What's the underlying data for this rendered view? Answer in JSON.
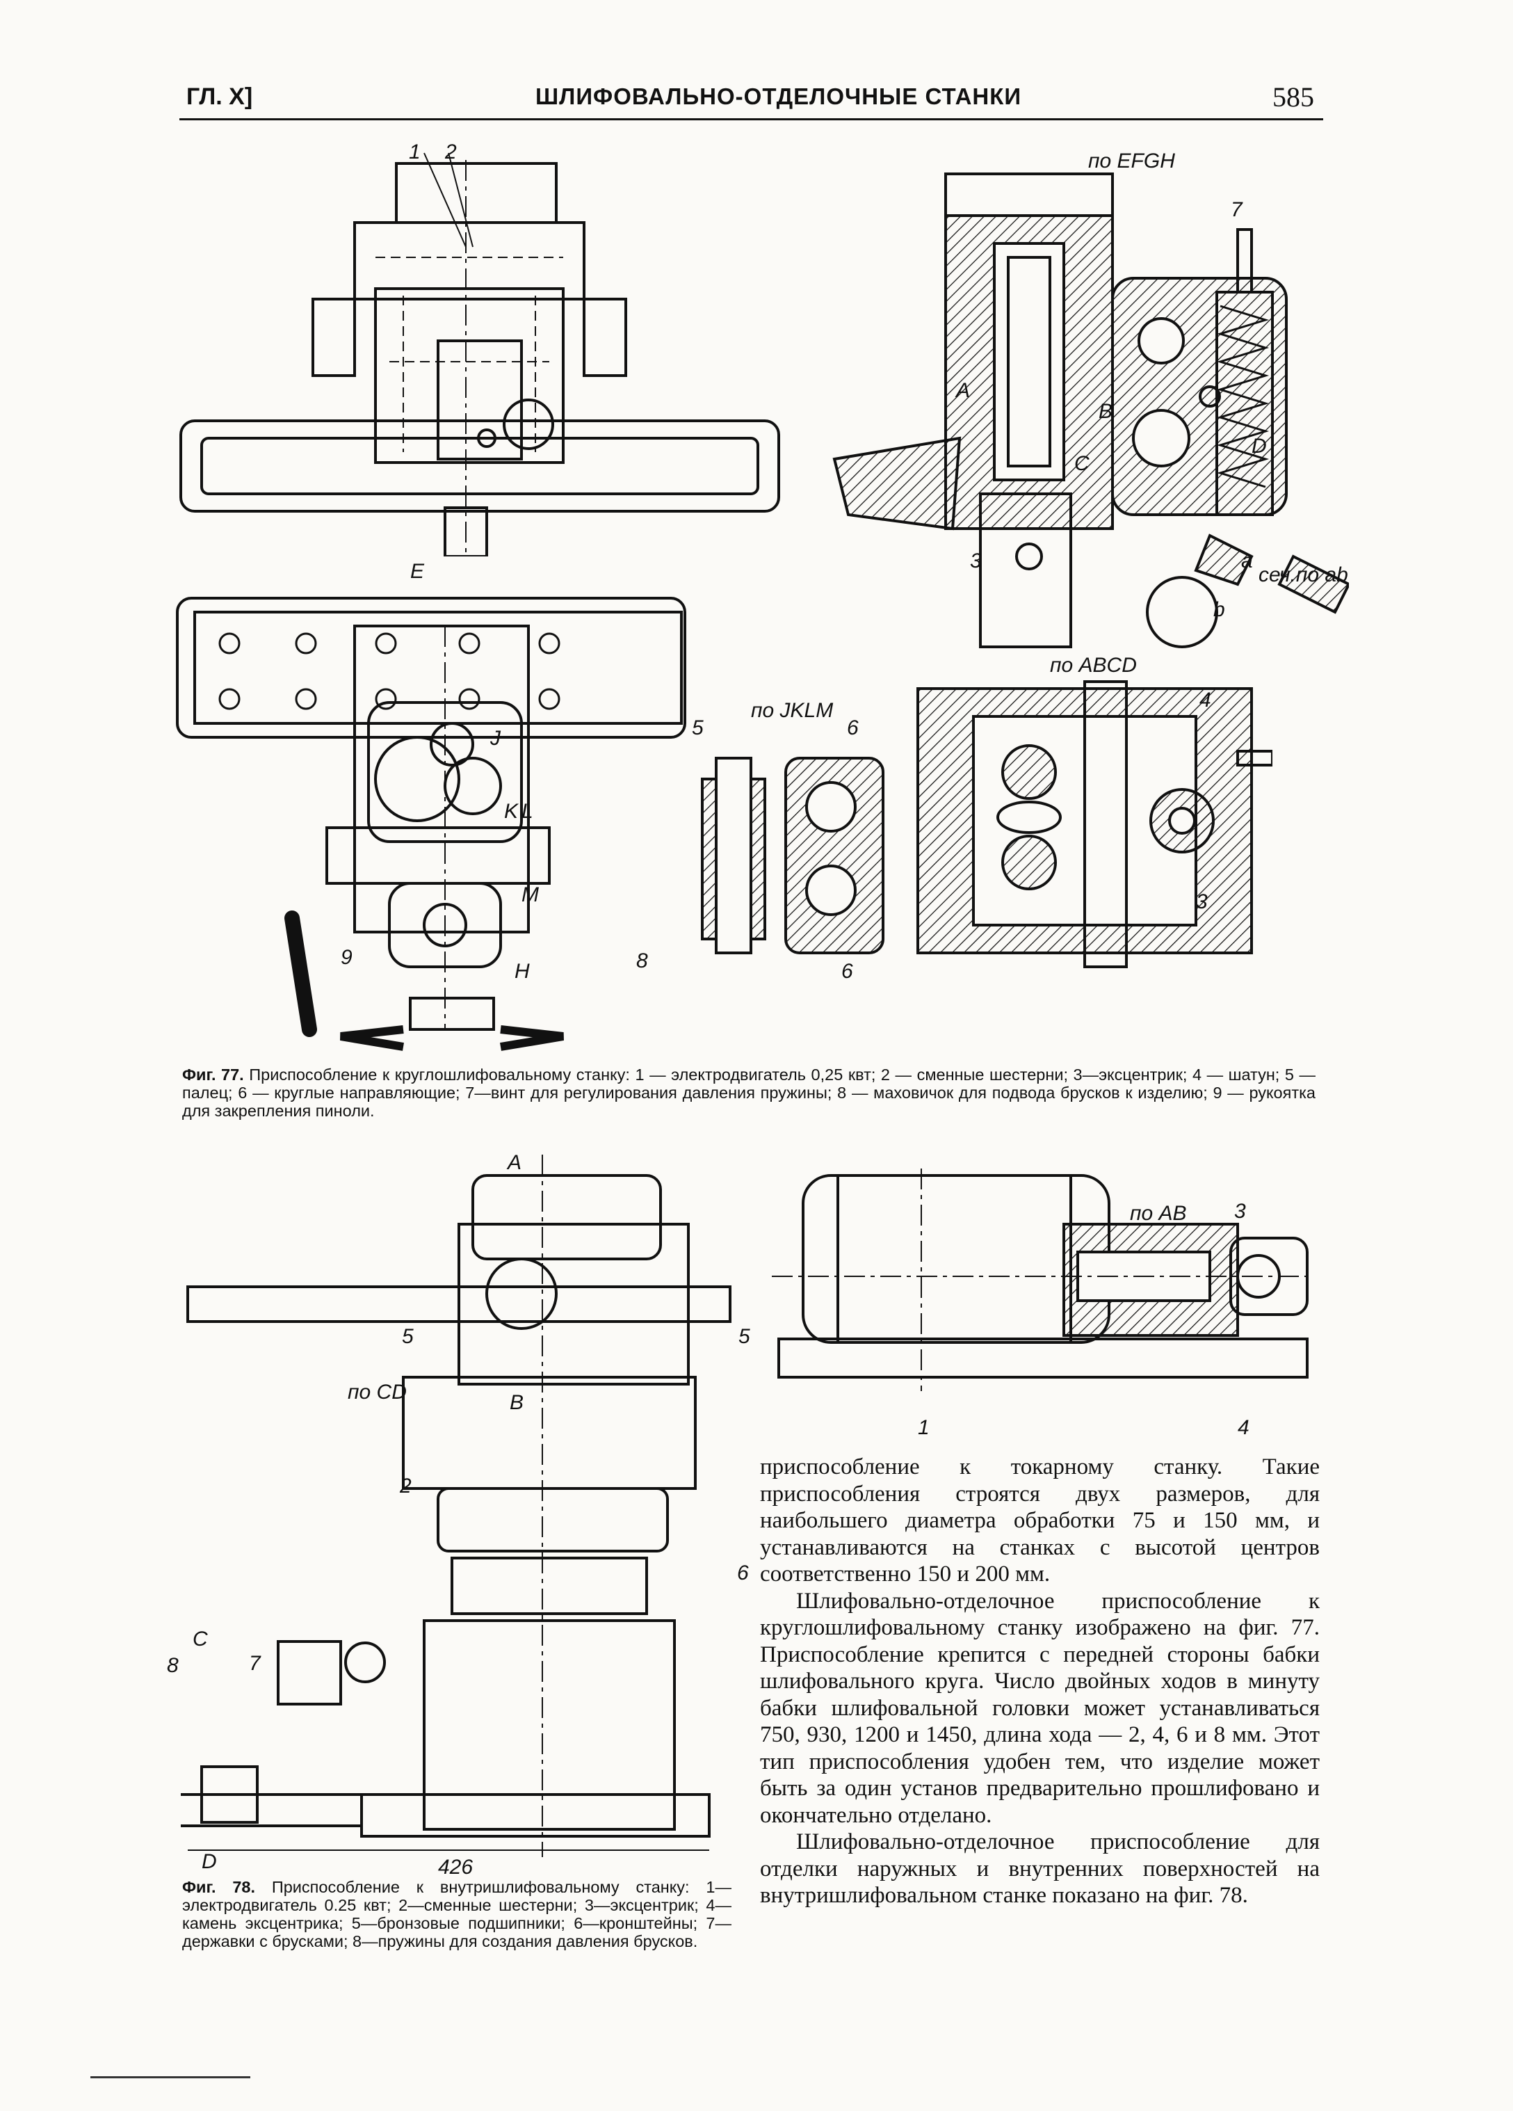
{
  "header": {
    "chapter": "ГЛ. X]",
    "title": "ШЛИФОВАЛЬНО-ОТДЕЛОЧНЫЕ СТАНКИ",
    "page_number": "585"
  },
  "figure77": {
    "labels": {
      "section_efgh": "по EFGH",
      "section_jklm": "по JKLM",
      "section_abcd": "по ABCD",
      "section_ab": "сеч.по ab",
      "letter_e": "E",
      "letter_a": "A",
      "letter_b": "B",
      "letter_c": "C",
      "letter_d": "D",
      "letter_h": "H",
      "letter_j": "J",
      "letter_k": "K",
      "letter_l": "L",
      "letter_m": "M",
      "letter_small_a": "a",
      "letter_small_b": "b",
      "n1": "1",
      "n2": "2",
      "n3": "3",
      "n4": "4",
      "n5": "5",
      "n6": "6",
      "n7": "7",
      "n8": "8",
      "n9": "9"
    },
    "caption": {
      "lead": "Фиг. 77.",
      "text": "Приспособление к круглошлифовальному станку: 1 — электродвигатель 0,25 квт; 2 — сменные шестерни; 3—эксцентрик; 4 — шатун; 5 — палец; 6 — круглые направляющие; 7—винт для регулирования давления пружины; 8 — маховичок для подвода брусков к изделию; 9 — рукоятка для закрепления пиноли."
    }
  },
  "figure78": {
    "labels": {
      "section_ab": "по AB",
      "section_cd": "по CD",
      "letter_a": "A",
      "letter_b": "B",
      "letter_c": "C",
      "letter_d": "D",
      "dim": "426",
      "n1": "1",
      "n2": "2",
      "n3": "3",
      "n4": "4",
      "n5a": "5",
      "n5b": "5",
      "n6": "6",
      "n7": "7",
      "n8": "8"
    },
    "caption": {
      "lead": "Фиг. 78.",
      "text": "Приспособление к внутришлифовальному станку: 1—электродвигатель 0.25 квт; 2—сменные шестерни; 3—эксцентрик; 4—камень эксцентрика; 5—бронзовые подшипники; 6—кронштейны; 7—державки с брусками; 8—пружины для создания давления брусков."
    }
  },
  "body": {
    "p1": "приспособление к токарному станку. Такие приспособления строятся двух размеров, для наибольшего диаметра обработки 75 и 150 мм, и устанавливаются на станках с высотой центров соответственно 150 и 200 мм.",
    "p2": "Шлифовально-отделочное приспособление к круглошлифовальному станку изображено на фиг. 77. Приспособление крепится с передней стороны бабки шлифовального круга. Число двойных ходов в минуту бабки шлифовальной головки может устанавливаться 750, 930, 1200 и 1450, длина хода — 2, 4, 6 и 8 мм. Этот тип приспособления удобен тем, что изделие может быть за один установ предварительно прошлифовано и окончательно отделано.",
    "p3": "Шлифовально-отделочное приспособление для отделки наружных и внутренних поверхностей на внутришлифовальном станке показано на фиг. 78."
  }
}
